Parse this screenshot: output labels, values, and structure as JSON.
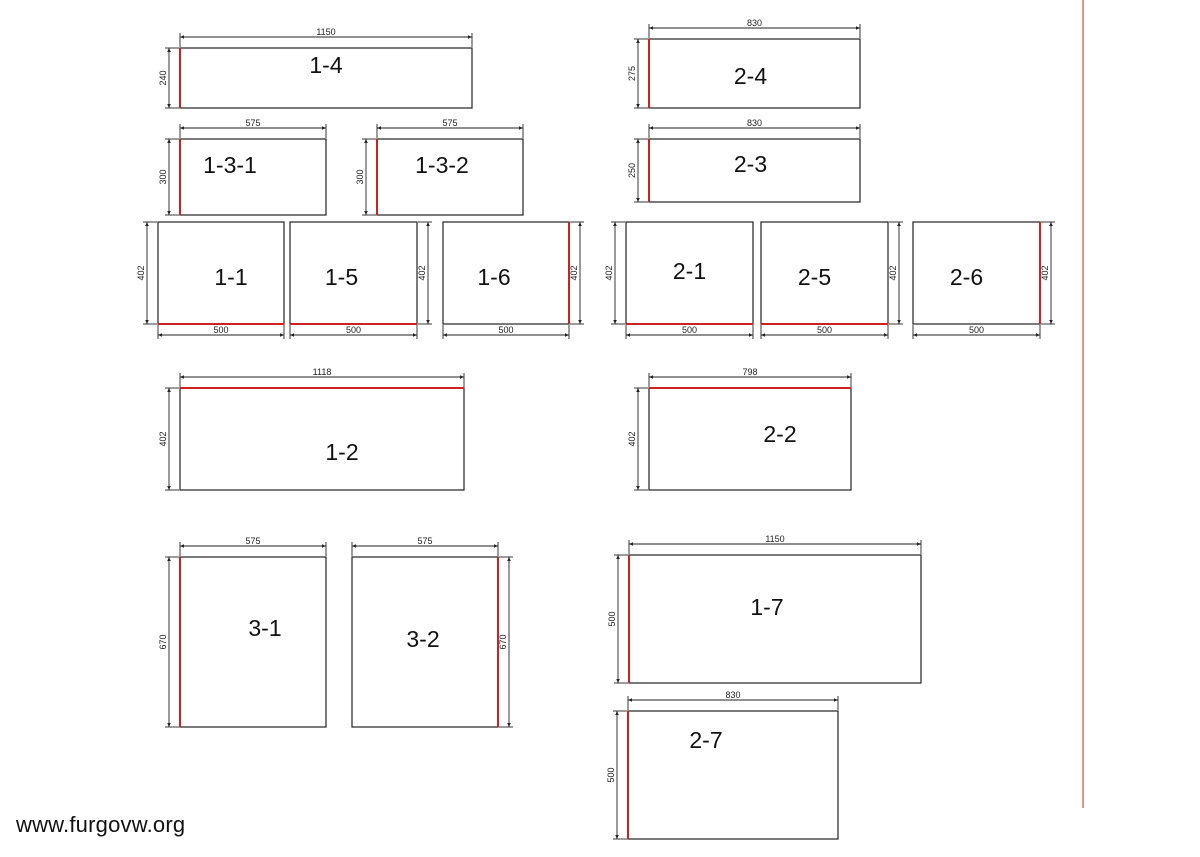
{
  "watermark": "www.furgovw.org",
  "colors": {
    "panel_outline": "#222222",
    "panel_edge": "#cc2222",
    "margin_rule": "#e06a6a"
  },
  "panels": [
    {
      "id": "1-4",
      "label": "1-4",
      "width_label": "1150",
      "height_label": "240"
    },
    {
      "id": "1-3-1",
      "label": "1-3-1",
      "width_label": "575",
      "height_label": "300"
    },
    {
      "id": "1-3-2",
      "label": "1-3-2",
      "width_label": "575",
      "height_label": "300"
    },
    {
      "id": "1-1",
      "label": "1-1",
      "width_label": "500",
      "height_label": "402"
    },
    {
      "id": "1-5",
      "label": "1-5",
      "width_label": "500",
      "height_label": "402"
    },
    {
      "id": "1-6",
      "label": "1-6",
      "width_label": "500",
      "height_label": "402"
    },
    {
      "id": "1-2",
      "label": "1-2",
      "width_label": "1118",
      "height_label": "402"
    },
    {
      "id": "3-1",
      "label": "3-1",
      "width_label": "575",
      "height_label": "670"
    },
    {
      "id": "3-2",
      "label": "3-2",
      "width_label": "575",
      "height_label": "670"
    },
    {
      "id": "2-4",
      "label": "2-4",
      "width_label": "830",
      "height_label": "275"
    },
    {
      "id": "2-3",
      "label": "2-3",
      "width_label": "830",
      "height_label": "250"
    },
    {
      "id": "2-1",
      "label": "2-1",
      "width_label": "500",
      "height_label": "402"
    },
    {
      "id": "2-5",
      "label": "2-5",
      "width_label": "500",
      "height_label": "402"
    },
    {
      "id": "2-6",
      "label": "2-6",
      "width_label": "500",
      "height_label": "402"
    },
    {
      "id": "2-2",
      "label": "2-2",
      "width_label": "798",
      "height_label": "402"
    },
    {
      "id": "1-7",
      "label": "1-7",
      "width_label": "1150",
      "height_label": "500"
    },
    {
      "id": "2-7",
      "label": "2-7",
      "width_label": "830",
      "height_label": "500"
    }
  ]
}
